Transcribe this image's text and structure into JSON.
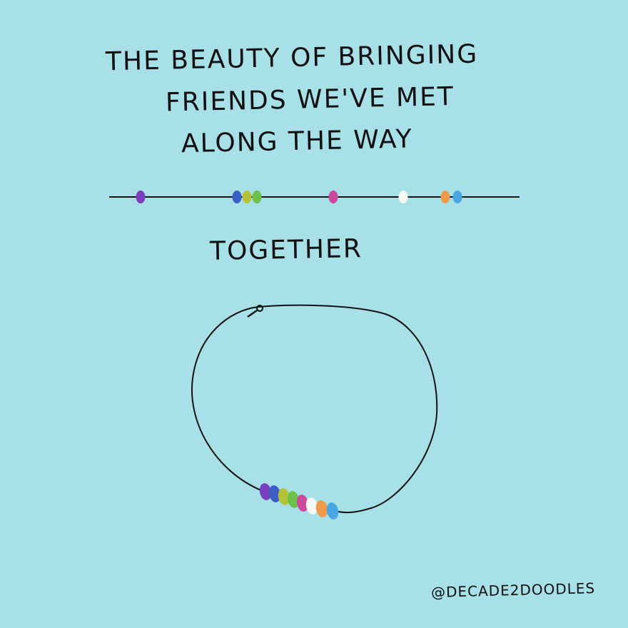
{
  "title": {
    "lines": [
      "THE BEAUTY OF BRINGING",
      "FRIENDS WE'VE MET",
      "ALONG THE WAY"
    ]
  },
  "together_label": "TOGETHER",
  "credit": "@DECADE2DOODLES",
  "colors": {
    "background": "#a7e0e7",
    "ink": "#111111",
    "purple": "#7a3fbf",
    "blue": "#3b5fc4",
    "yellow_green": "#b4c23a",
    "green": "#6cc24a",
    "pink": "#cc4a9c",
    "white": "#f7f7f2",
    "orange": "#ef9a4a",
    "light_blue": "#4aa6e0"
  },
  "string_beads": [
    "purple",
    "blue",
    "yellow_green",
    "green",
    "pink",
    "white",
    "orange",
    "light_blue"
  ],
  "bracelet_beads": [
    "purple",
    "blue",
    "yellow_green",
    "green",
    "pink",
    "white",
    "orange",
    "light_blue"
  ]
}
